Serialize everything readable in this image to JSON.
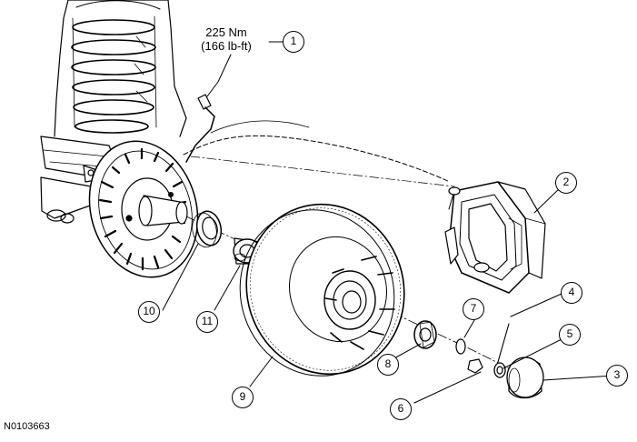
{
  "diagram": {
    "figure_id": "N0103663",
    "torque_spec": {
      "metric": "225 Nm",
      "imperial": "(166 lb-ft)"
    },
    "callouts": [
      {
        "key": "c1",
        "label": "1"
      },
      {
        "key": "c2",
        "label": "2"
      },
      {
        "key": "c3",
        "label": "3"
      },
      {
        "key": "c4",
        "label": "4"
      },
      {
        "key": "c5",
        "label": "5"
      },
      {
        "key": "c6",
        "label": "6"
      },
      {
        "key": "c7",
        "label": "7"
      },
      {
        "key": "c8",
        "label": "8"
      },
      {
        "key": "c9",
        "label": "9"
      },
      {
        "key": "c10",
        "label": "10"
      },
      {
        "key": "c11",
        "label": "11"
      }
    ]
  }
}
